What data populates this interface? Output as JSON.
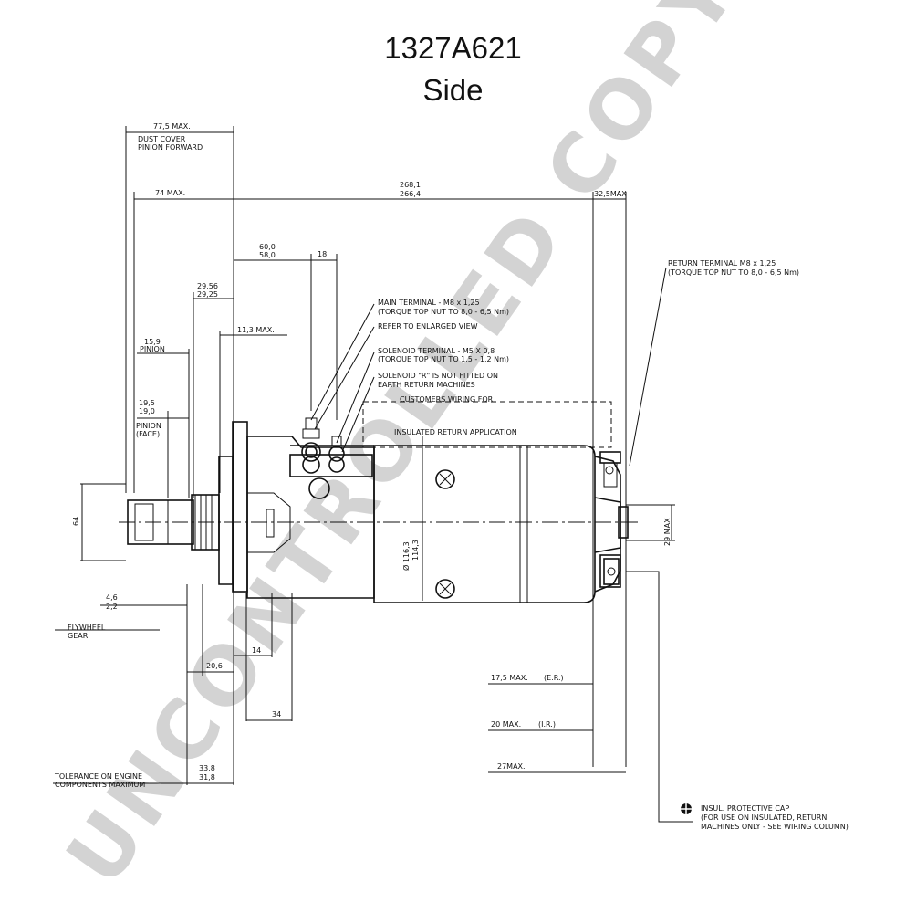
{
  "header": {
    "part_number": "1327A621",
    "view": "Side"
  },
  "watermark": "UNCONTROLLED COPY",
  "dimensions": {
    "d77_5": "77,5 MAX.",
    "d74": "74 MAX.",
    "d268_1": "268,1",
    "d266_4": "266,4",
    "d32_5": "32,5MAX",
    "d60": "60,0",
    "d58": "58,0",
    "d18": "18",
    "d29_56": "29,56",
    "d29_25": "29,25",
    "d11_3": "11,3 MAX.",
    "d15_9": "15,9",
    "d19_5": "19,5",
    "d19_0": "19,0",
    "d64": "64",
    "d4_6": "4,6",
    "d2_2": "2,2",
    "d20_6": "20,6",
    "d14": "14",
    "d34": "34",
    "d33_8": "33,8",
    "d31_8": "31,8",
    "d116_3": "Ø 116,3",
    "d114_3": "114,3",
    "d29max": "29 MAX",
    "d17_5": "17,5 MAX.",
    "d17_5_er": "(E.R.)",
    "d20": "20 MAX.",
    "d20_ir": "(I.R.)",
    "d27": "27MAX."
  },
  "labels": {
    "dust_cover_1": "DUST COVER",
    "dust_cover_2": "PINION FORWARD",
    "pinion": "PINION",
    "pinion_face_1": "PINION",
    "pinion_face_2": "(FACE)",
    "flywheel_1": "FLYWHEEL",
    "flywheel_2": "GEAR",
    "tolerance_1": "TOLERANCE ON ENGINE",
    "tolerance_2": "COMPONENTS MAXIMUM",
    "main_terminal_1": "MAIN TERMINAL - M8 x 1,25",
    "main_terminal_2": "(TORQUE TOP NUT TO 8,0 - 6,5 Nm)",
    "enlarged_view": "REFER TO ENLARGED VIEW",
    "solenoid_terminal_1": "SOLENOID TERMINAL - M5 X 0,8",
    "solenoid_terminal_2": "(TORQUE TOP NUT TO 1,5 - 1,2 Nm)",
    "solenoid_r_1": "SOLENOID \"R\" IS NOT FITTED ON",
    "solenoid_r_2": "EARTH RETURN MACHINES",
    "customers_wiring_1": "CUSTOMERS WIRING FOR",
    "customers_wiring_2": "INSULATED RETURN APPLICATION",
    "return_terminal_1": "RETURN TERMINAL M8 x 1,25",
    "return_terminal_2": "(TORQUE TOP NUT TO 8,0 - 6,5 Nm)",
    "insul_cap_1": "INSUL. PROTECTIVE CAP",
    "insul_cap_2": "(FOR USE ON INSULATED, RETURN",
    "insul_cap_3": "MACHINES ONLY - SEE WIRING COLUMN)"
  }
}
